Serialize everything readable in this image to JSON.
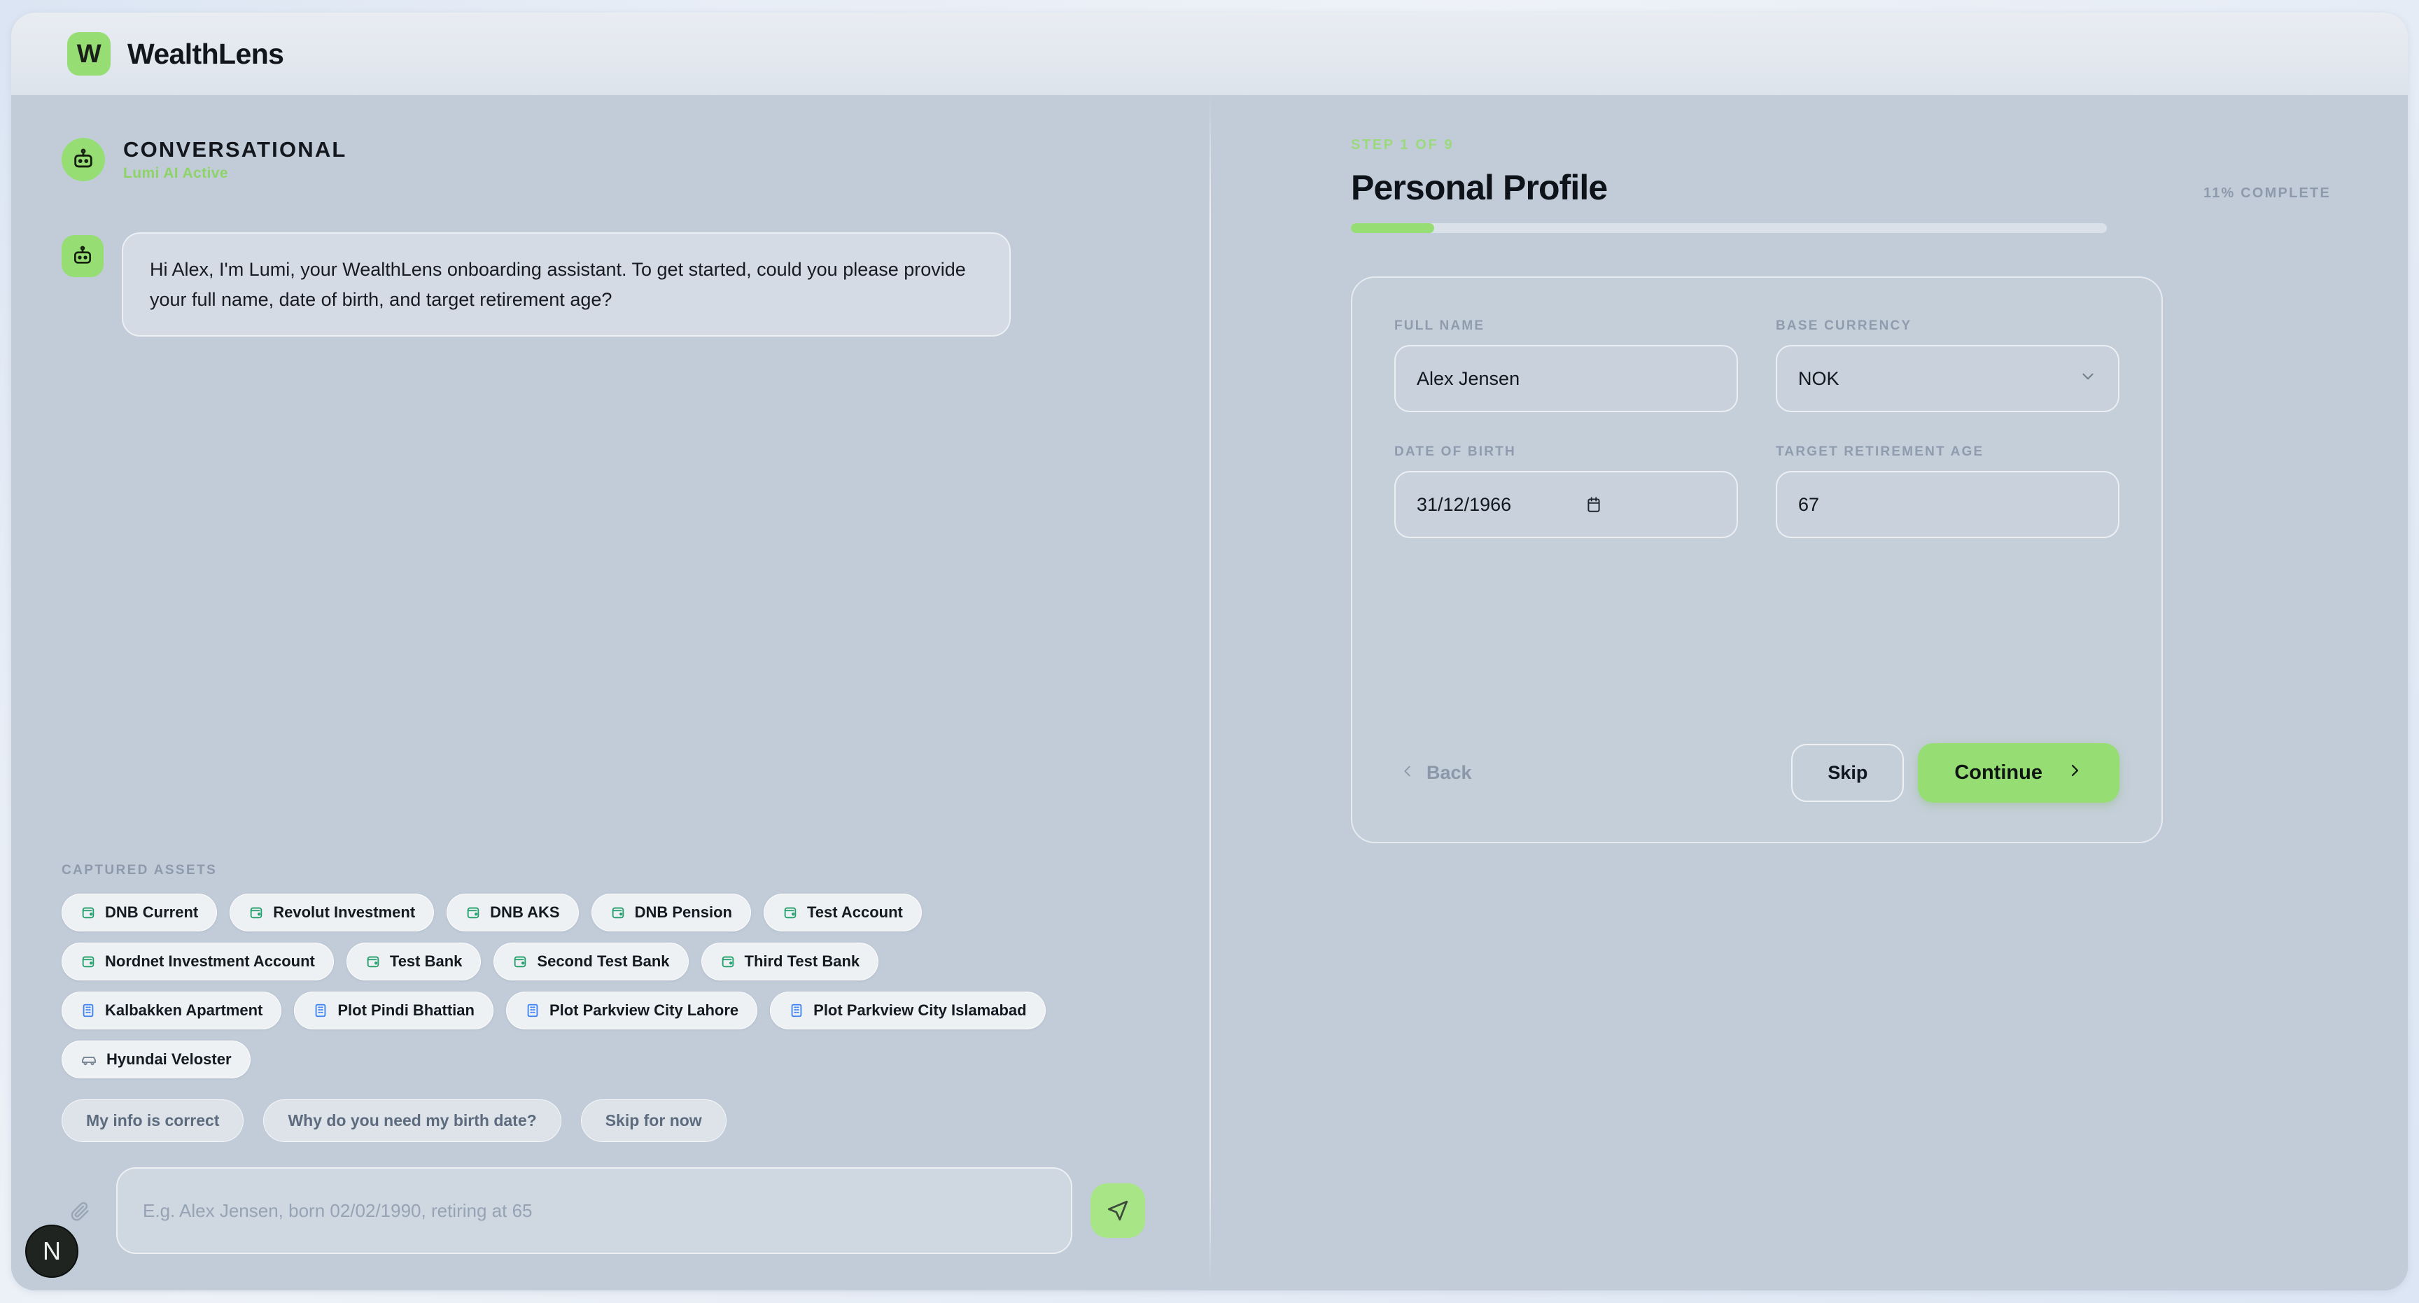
{
  "brand": {
    "logo_letter": "W",
    "name": "WealthLens"
  },
  "left_panel": {
    "header": {
      "title": "CONVERSATIONAL",
      "subtitle": "Lumi AI Active",
      "avatar_icon": "robot-icon"
    },
    "messages": [
      {
        "sender": "assistant",
        "avatar_icon": "robot-icon",
        "text": "Hi Alex, I'm Lumi, your WealthLens onboarding assistant. To get started, could you please provide your full name, date of birth, and target retirement age?"
      }
    ],
    "captured_assets": {
      "label": "CAPTURED ASSETS",
      "chips": [
        {
          "label": "DNB Current",
          "icon": "wallet-icon",
          "icon_color": "#22a06b"
        },
        {
          "label": "Revolut Investment",
          "icon": "wallet-icon",
          "icon_color": "#22a06b"
        },
        {
          "label": "DNB AKS",
          "icon": "wallet-icon",
          "icon_color": "#22a06b"
        },
        {
          "label": "DNB Pension",
          "icon": "wallet-icon",
          "icon_color": "#22a06b"
        },
        {
          "label": "Test Account",
          "icon": "wallet-icon",
          "icon_color": "#22a06b"
        },
        {
          "label": "Nordnet Investment Account",
          "icon": "wallet-icon",
          "icon_color": "#22a06b"
        },
        {
          "label": "Test Bank",
          "icon": "wallet-icon",
          "icon_color": "#22a06b"
        },
        {
          "label": "Second Test Bank",
          "icon": "wallet-icon",
          "icon_color": "#22a06b"
        },
        {
          "label": "Third Test Bank",
          "icon": "wallet-icon",
          "icon_color": "#22a06b"
        },
        {
          "label": "Kalbakken Apartment",
          "icon": "building-icon",
          "icon_color": "#3b82f6"
        },
        {
          "label": "Plot Pindi Bhattian",
          "icon": "building-icon",
          "icon_color": "#3b82f6"
        },
        {
          "label": "Plot Parkview City Lahore",
          "icon": "building-icon",
          "icon_color": "#3b82f6"
        },
        {
          "label": "Plot Parkview City Islamabad",
          "icon": "building-icon",
          "icon_color": "#3b82f6"
        },
        {
          "label": "Hyundai Veloster",
          "icon": "car-icon",
          "icon_color": "#7c8896"
        }
      ]
    },
    "suggestions": [
      "My info is correct",
      "Why do you need my birth date?",
      "Skip for now"
    ],
    "composer": {
      "attach_icon": "paperclip-icon",
      "placeholder": "E.g. Alex Jensen, born 02/02/1990, retiring at 65",
      "value": "",
      "send_icon": "send-icon"
    }
  },
  "right_panel": {
    "step_indicator": "STEP 1 OF 9",
    "title": "Personal Profile",
    "progress_label": "11% COMPLETE",
    "progress_percent": 11,
    "fields": {
      "full_name": {
        "label": "FULL NAME",
        "value": "Alex Jensen"
      },
      "base_currency": {
        "label": "BASE CURRENCY",
        "value": "NOK",
        "chevron": "chevron-down-icon"
      },
      "date_of_birth": {
        "label": "DATE OF BIRTH",
        "value": "31/12/1966",
        "icon": "calendar-icon"
      },
      "target_retirement_age": {
        "label": "TARGET RETIREMENT AGE",
        "value": "67"
      }
    },
    "actions": {
      "back": "Back",
      "back_icon": "chevron-left-icon",
      "skip": "Skip",
      "continue": "Continue",
      "continue_icon": "chevron-right-icon"
    }
  },
  "dev_badge": {
    "letter": "N"
  },
  "colors": {
    "accent_green": "#96dd74",
    "panel_bg": "#c2ccd8",
    "muted_text": "#8d9aac"
  }
}
